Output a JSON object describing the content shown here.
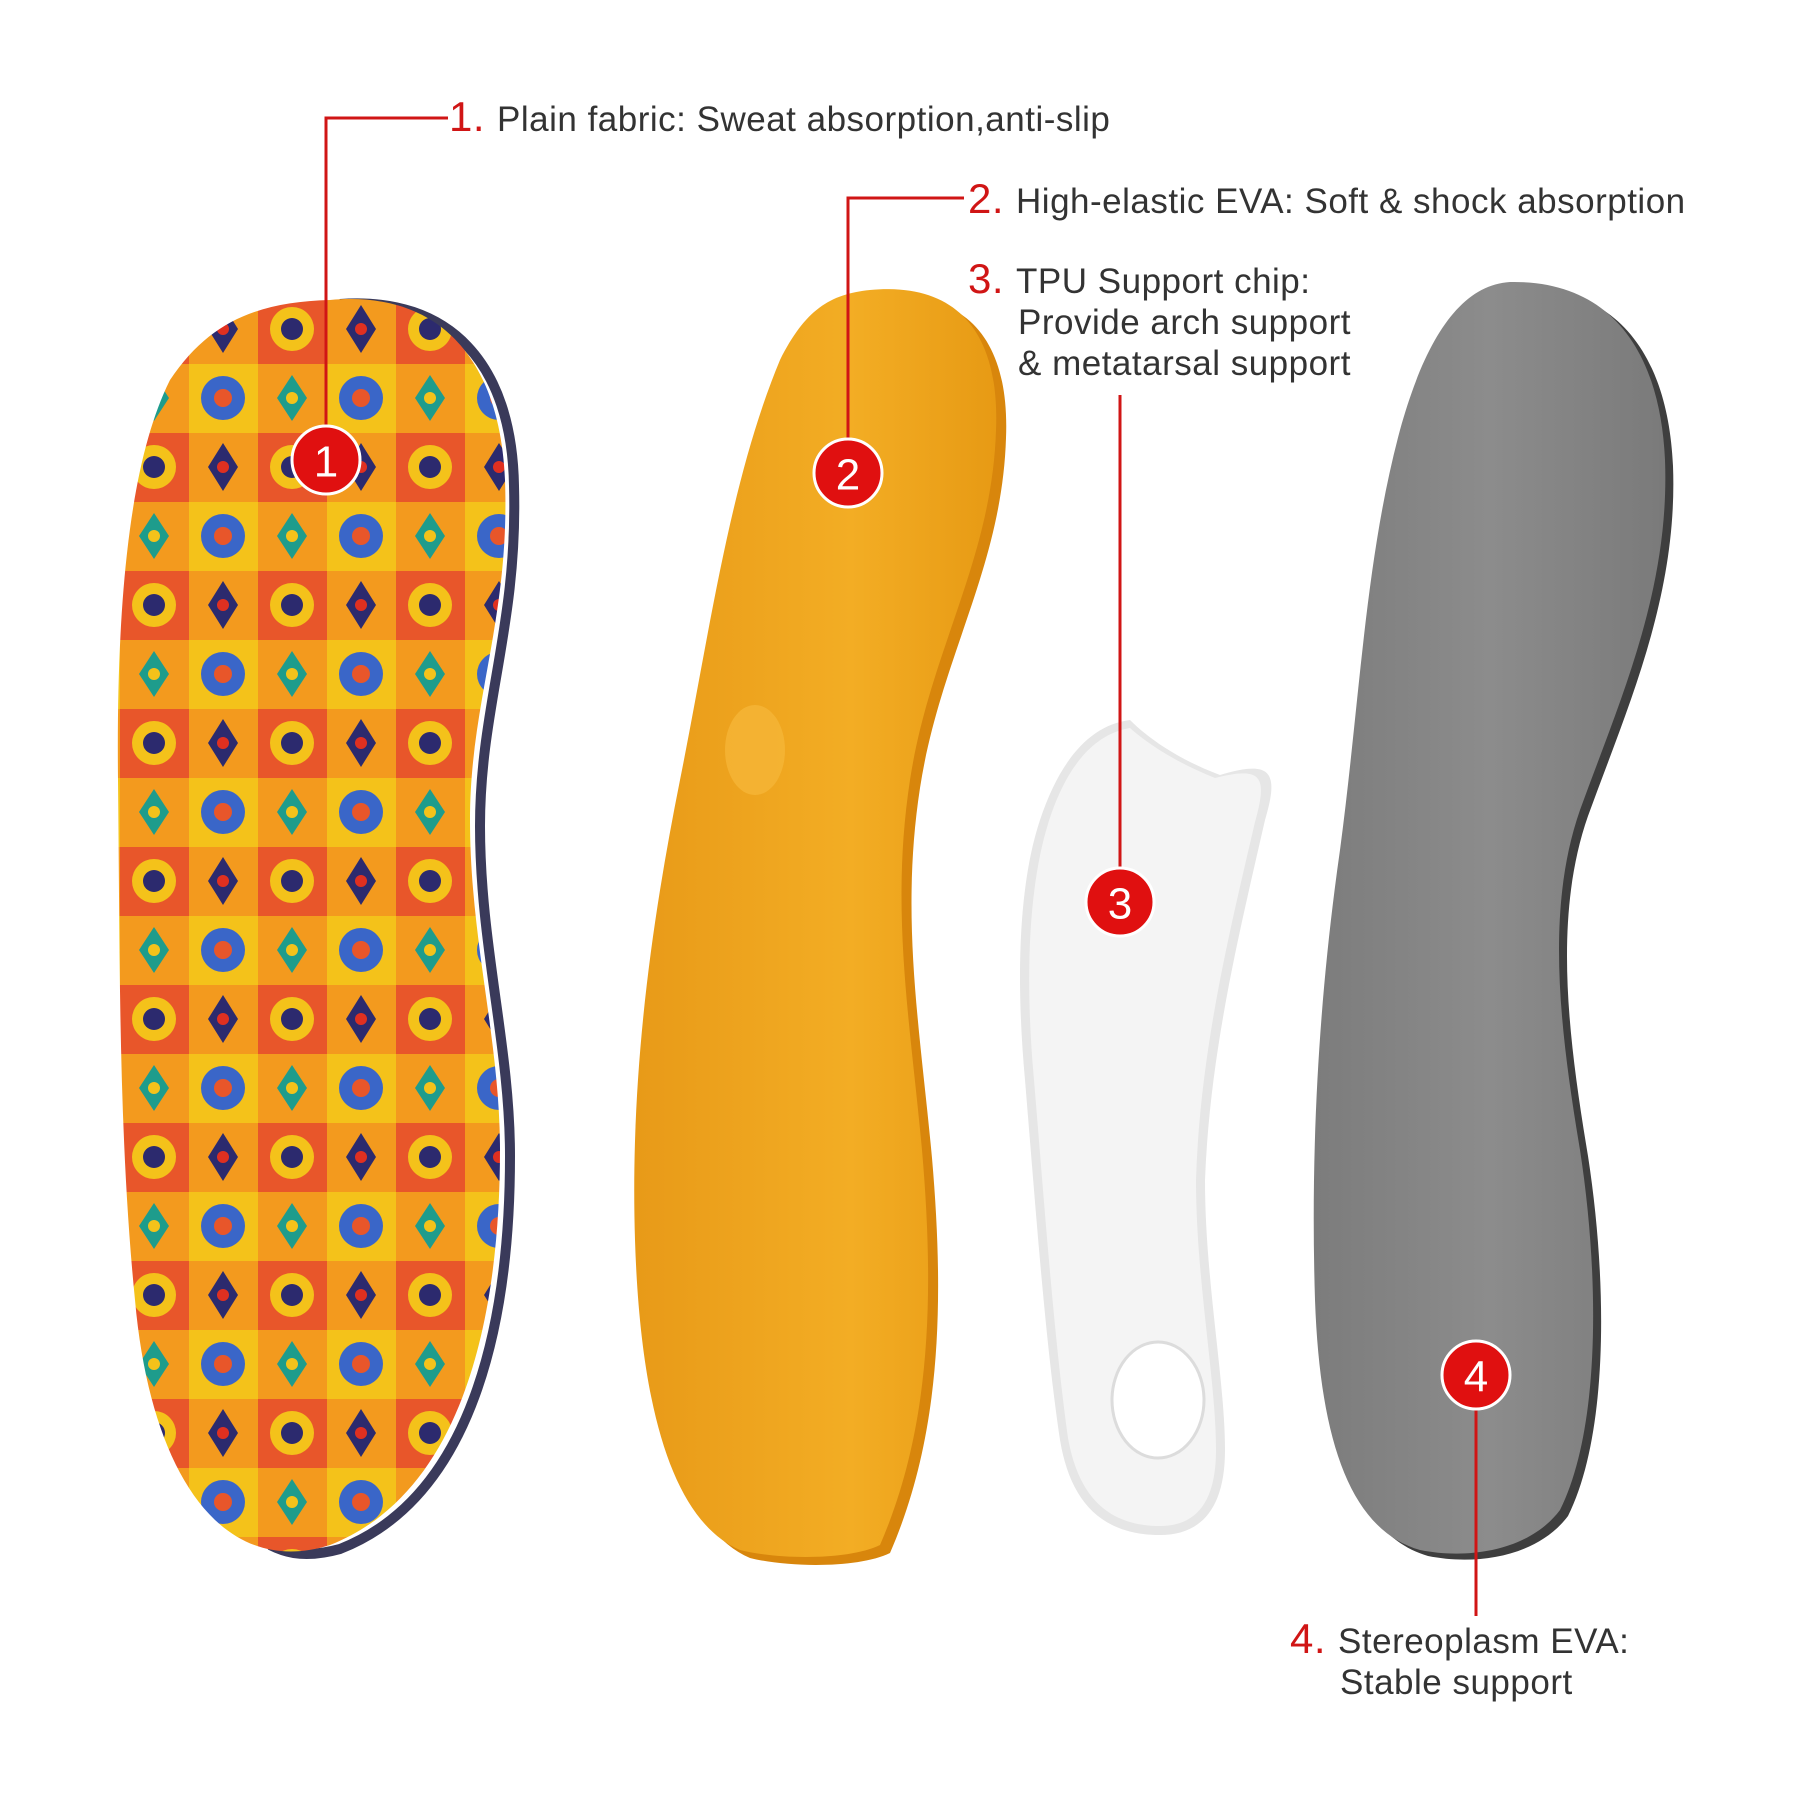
{
  "colors": {
    "accent_red": "#d01515",
    "label_text": "#333333",
    "eva_yellow": "#f0a820",
    "tpu_white": "#f2f2f2",
    "base_gray": "#8a8a8a"
  },
  "layers": [
    {
      "number": "1.",
      "badge": "1",
      "lines": [
        "Plain fabric: Sweat absorption,anti-slip"
      ]
    },
    {
      "number": "2.",
      "badge": "2",
      "lines": [
        "High-elastic EVA: Soft & shock absorption"
      ]
    },
    {
      "number": "3.",
      "badge": "3",
      "lines": [
        "TPU Support chip:",
        "Provide arch support",
        "& metatarsal support"
      ]
    },
    {
      "number": "4.",
      "badge": "4",
      "lines": [
        "Stereoplasm EVA:",
        "Stable support"
      ]
    }
  ]
}
